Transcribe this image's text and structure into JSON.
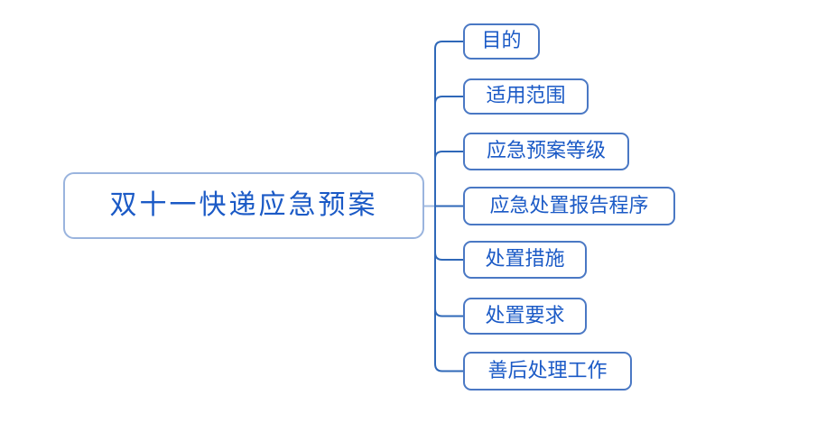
{
  "root": {
    "label": "双十一快递应急预案"
  },
  "children": [
    {
      "label": "目的"
    },
    {
      "label": "适用范围"
    },
    {
      "label": "应急预案等级"
    },
    {
      "label": "应急处置报告程序"
    },
    {
      "label": "处置措施"
    },
    {
      "label": "处置要求"
    },
    {
      "label": "善后处理工作"
    }
  ],
  "colors": {
    "background": "#ffffff",
    "root_border": "#9ab4de",
    "branch_border": "#4a78c4",
    "connector": "#2f68b8",
    "connector_light": "#a3bce2",
    "text": "#1b5ac6"
  }
}
